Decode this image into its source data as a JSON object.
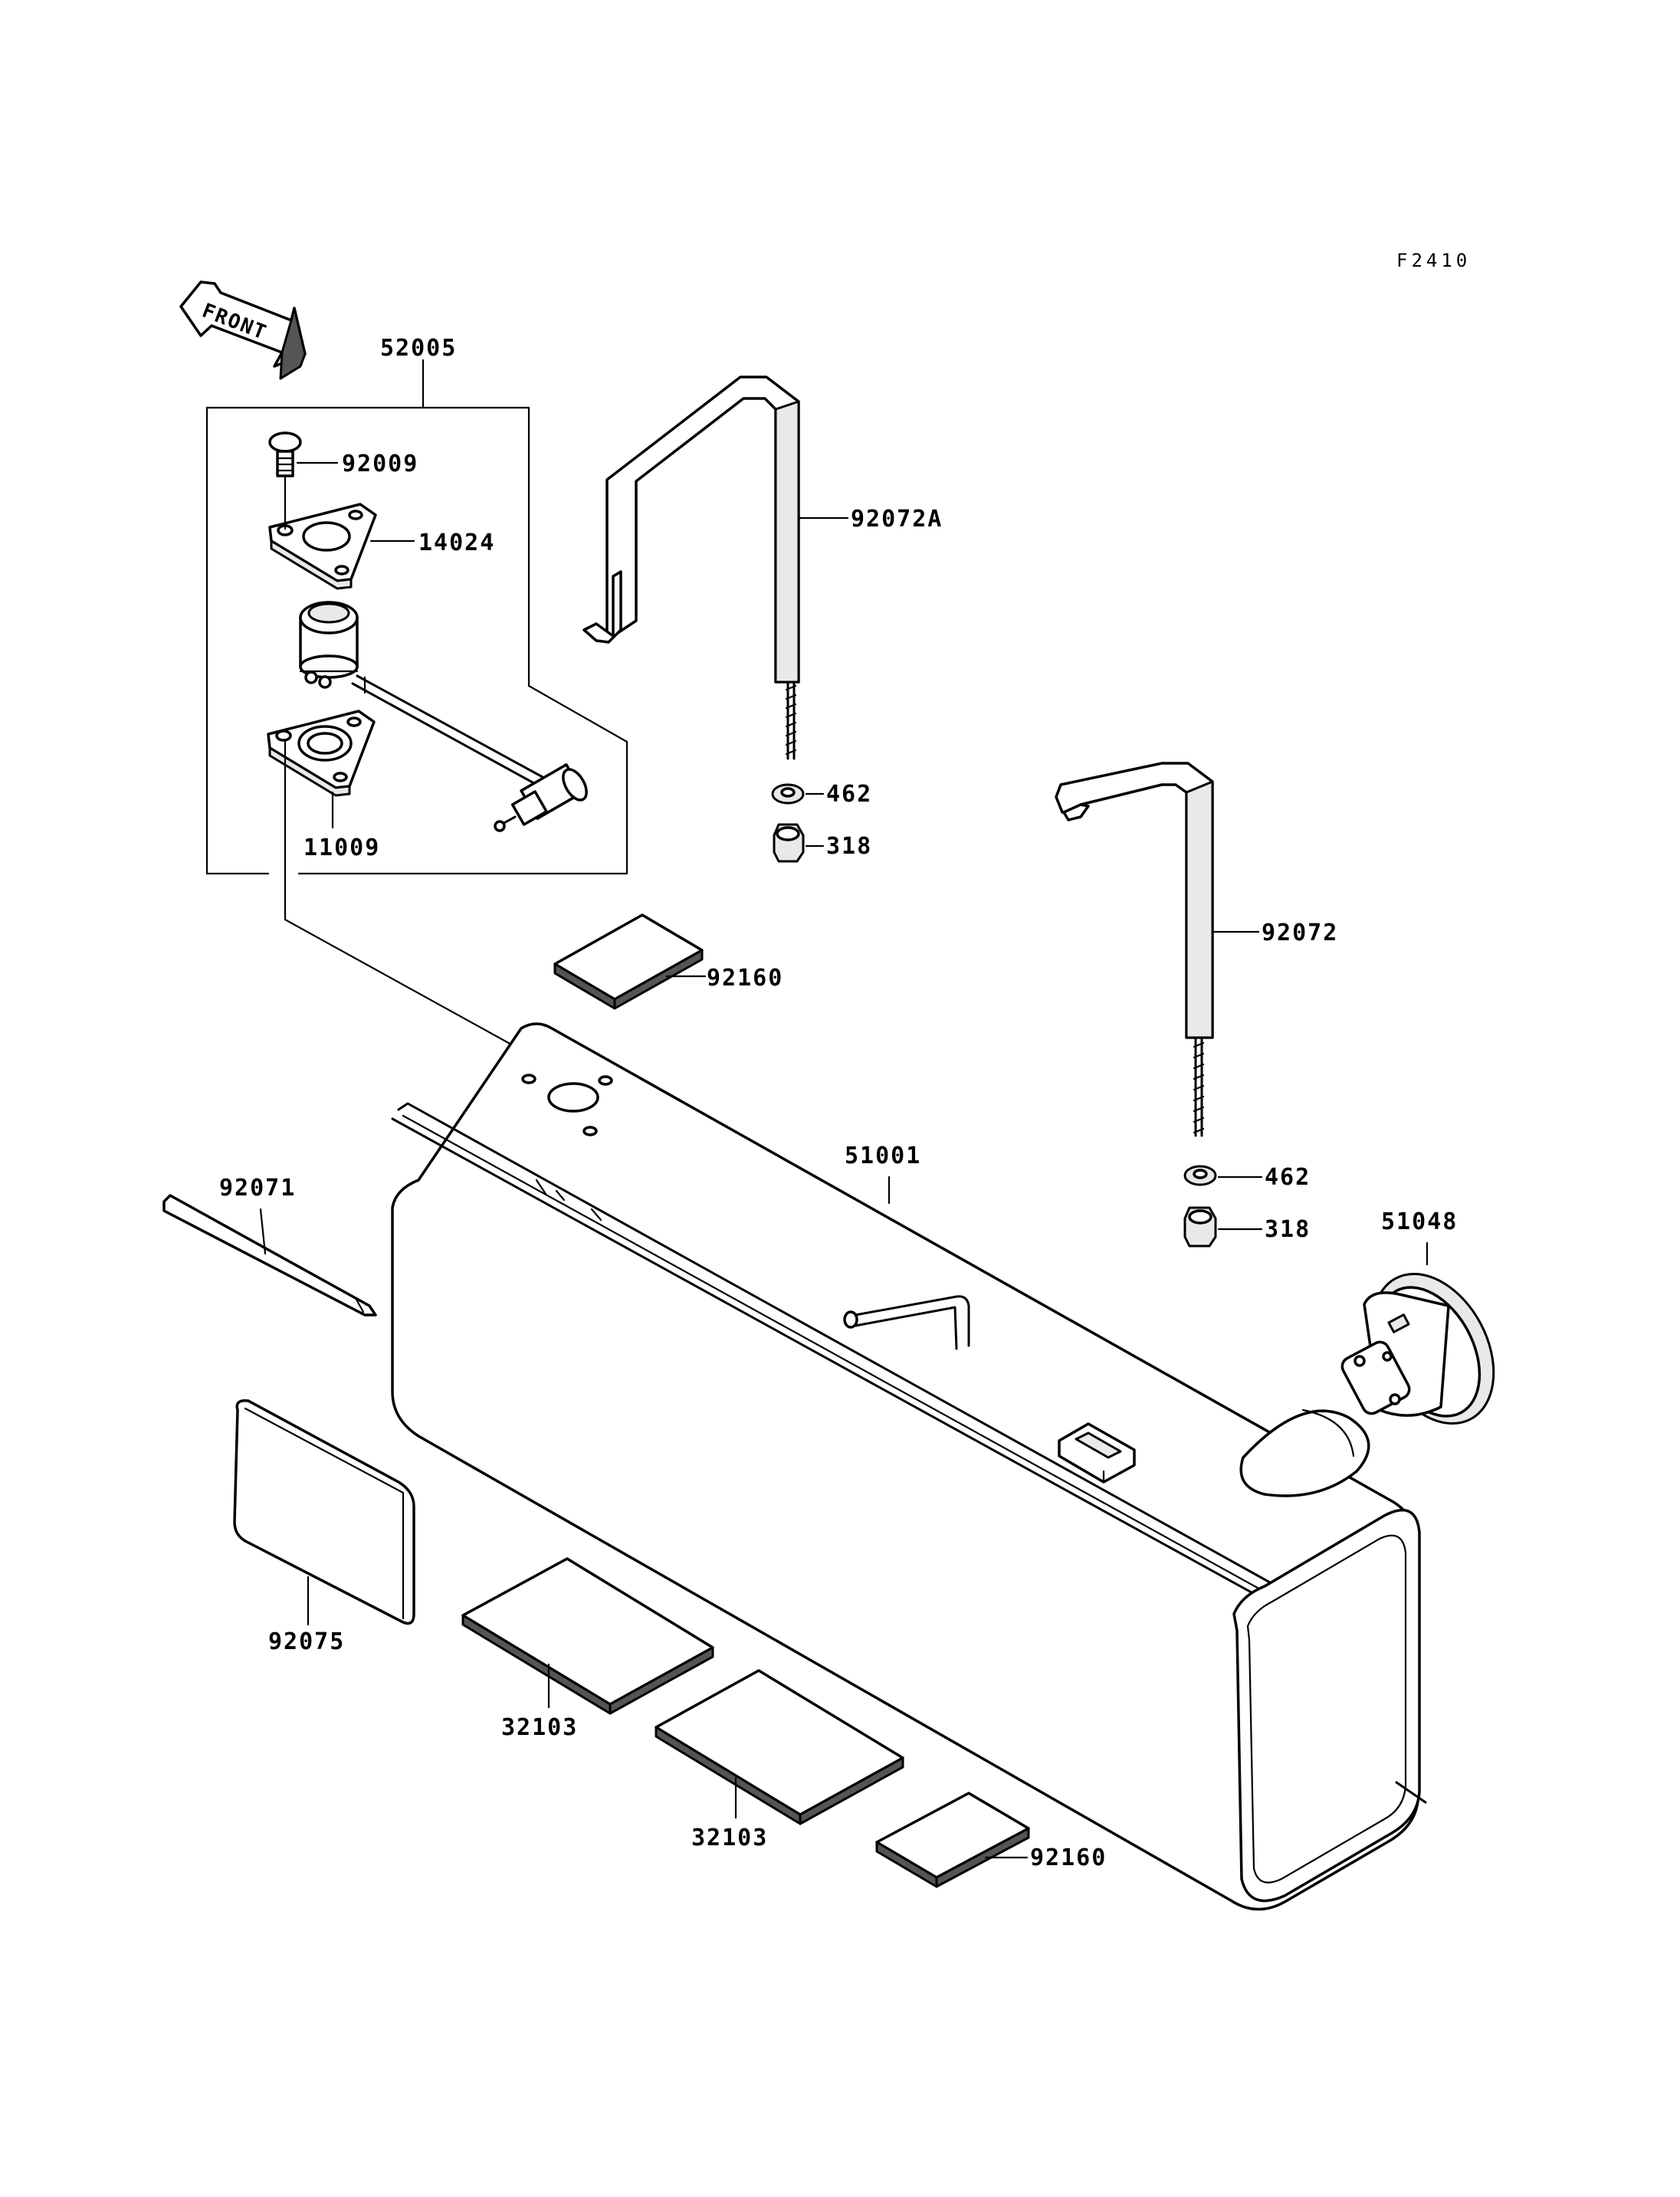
{
  "figure_code": "F2410",
  "front_label": "FRONT",
  "parts": {
    "fuel_sender_assy": "52005",
    "screw": "92009",
    "gasket_plate": "14024",
    "sender_gasket": "11009",
    "strap_a": "92072A",
    "strap_b": "92072",
    "washer_a": "462",
    "nut_a": "318",
    "washer_b": "462",
    "nut_b": "318",
    "pad_top": "92160",
    "tank": "51001",
    "rubber_strip": "92071",
    "cap": "51048",
    "side_pad": "92075",
    "bottom_pad_1": "32103",
    "bottom_pad_2": "32103",
    "pad_bottom": "92160"
  },
  "colors": {
    "line": "#000000",
    "background": "#ffffff"
  }
}
